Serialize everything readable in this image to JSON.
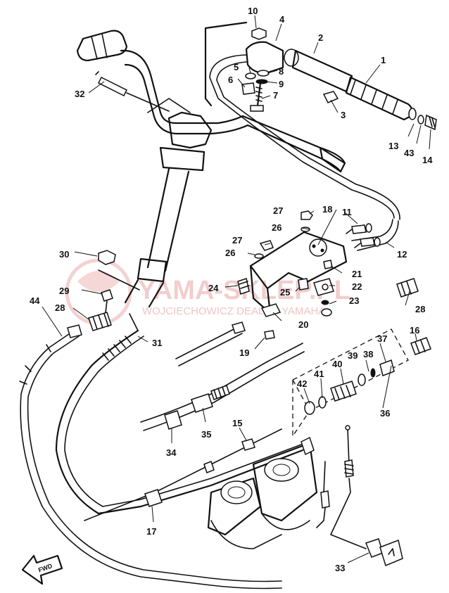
{
  "watermark": {
    "brand": "YAMA-SKLEP.PL",
    "tagline": "WOJCIECHOWICZ DEALER YAMAHA"
  },
  "direction_arrow": {
    "label": "FWD"
  },
  "callouts": [
    {
      "id": "1",
      "label": "1"
    },
    {
      "id": "2",
      "label": "2"
    },
    {
      "id": "3",
      "label": "3"
    },
    {
      "id": "4",
      "label": "4"
    },
    {
      "id": "5",
      "label": "5"
    },
    {
      "id": "6",
      "label": "6"
    },
    {
      "id": "7",
      "label": "7"
    },
    {
      "id": "8",
      "label": "8"
    },
    {
      "id": "9",
      "label": "9"
    },
    {
      "id": "10",
      "label": "10"
    },
    {
      "id": "11",
      "label": "11"
    },
    {
      "id": "12",
      "label": "12"
    },
    {
      "id": "13",
      "label": "13"
    },
    {
      "id": "14",
      "label": "14"
    },
    {
      "id": "15",
      "label": "15"
    },
    {
      "id": "16",
      "label": "16"
    },
    {
      "id": "17",
      "label": "17"
    },
    {
      "id": "18",
      "label": "18"
    },
    {
      "id": "19",
      "label": "19"
    },
    {
      "id": "20",
      "label": "20"
    },
    {
      "id": "21",
      "label": "21"
    },
    {
      "id": "22",
      "label": "22"
    },
    {
      "id": "23",
      "label": "23"
    },
    {
      "id": "24",
      "label": "24"
    },
    {
      "id": "25",
      "label": "25"
    },
    {
      "id": "26a",
      "label": "26"
    },
    {
      "id": "26b",
      "label": "26"
    },
    {
      "id": "27a",
      "label": "27"
    },
    {
      "id": "27b",
      "label": "27"
    },
    {
      "id": "28a",
      "label": "28"
    },
    {
      "id": "28b",
      "label": "28"
    },
    {
      "id": "29",
      "label": "29"
    },
    {
      "id": "30",
      "label": "30"
    },
    {
      "id": "31",
      "label": "31"
    },
    {
      "id": "32",
      "label": "32"
    },
    {
      "id": "33",
      "label": "33"
    },
    {
      "id": "34",
      "label": "34"
    },
    {
      "id": "35",
      "label": "35"
    },
    {
      "id": "36",
      "label": "36"
    },
    {
      "id": "37",
      "label": "37"
    },
    {
      "id": "38",
      "label": "38"
    },
    {
      "id": "39",
      "label": "39"
    },
    {
      "id": "40",
      "label": "40"
    },
    {
      "id": "41",
      "label": "41"
    },
    {
      "id": "42",
      "label": "42"
    },
    {
      "id": "43",
      "label": "43"
    },
    {
      "id": "44",
      "label": "44"
    }
  ]
}
